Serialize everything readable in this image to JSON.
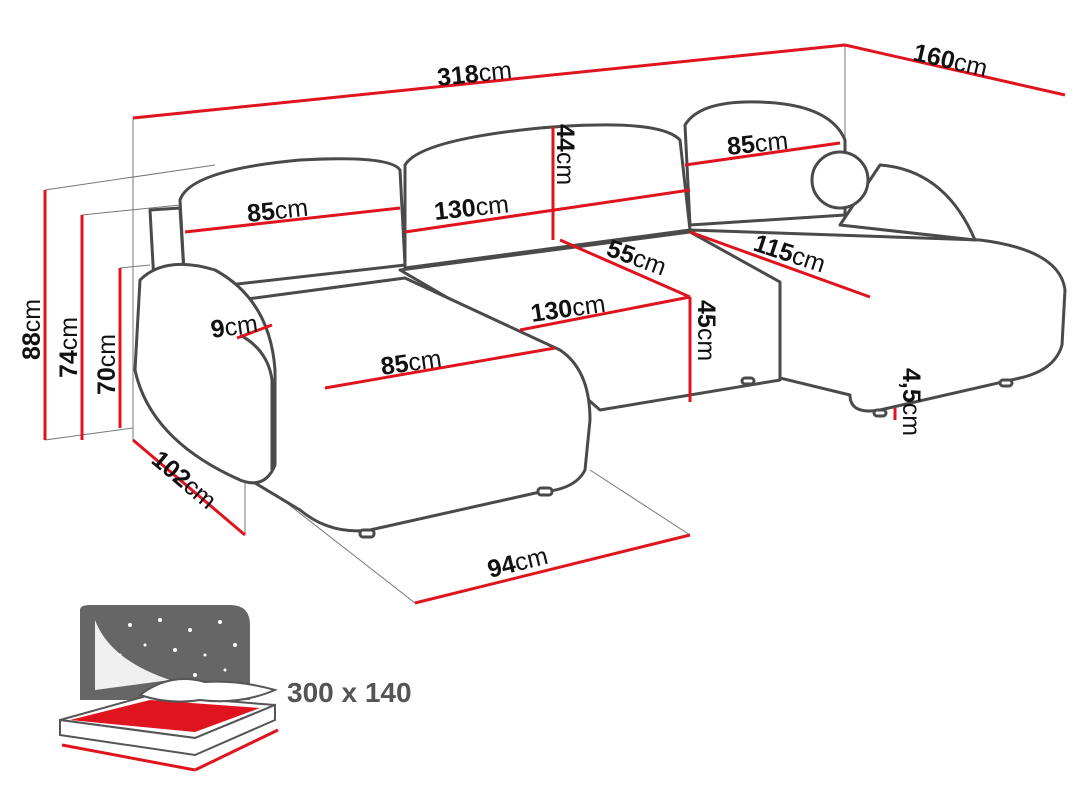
{
  "unit": "cm",
  "dimensions": {
    "total_width": "318",
    "right_depth": "160",
    "height_total": "88",
    "height_back": "74",
    "height_arm": "70",
    "left_depth": "102",
    "chaise_width": "94",
    "back_left": "85",
    "back_middle": "130",
    "back_height": "44",
    "back_right": "85",
    "seat_depth_middle": "55",
    "chaise_right_length": "115",
    "seat_middle": "130",
    "seat_height": "45",
    "arm_width": "9",
    "seat_left": "85",
    "leg_height": "4,5"
  },
  "bed": {
    "size": "300 x 140"
  },
  "colors": {
    "dimension": "#e0141e",
    "outline": "#4a4a4a",
    "bed_bg": "#666666"
  }
}
